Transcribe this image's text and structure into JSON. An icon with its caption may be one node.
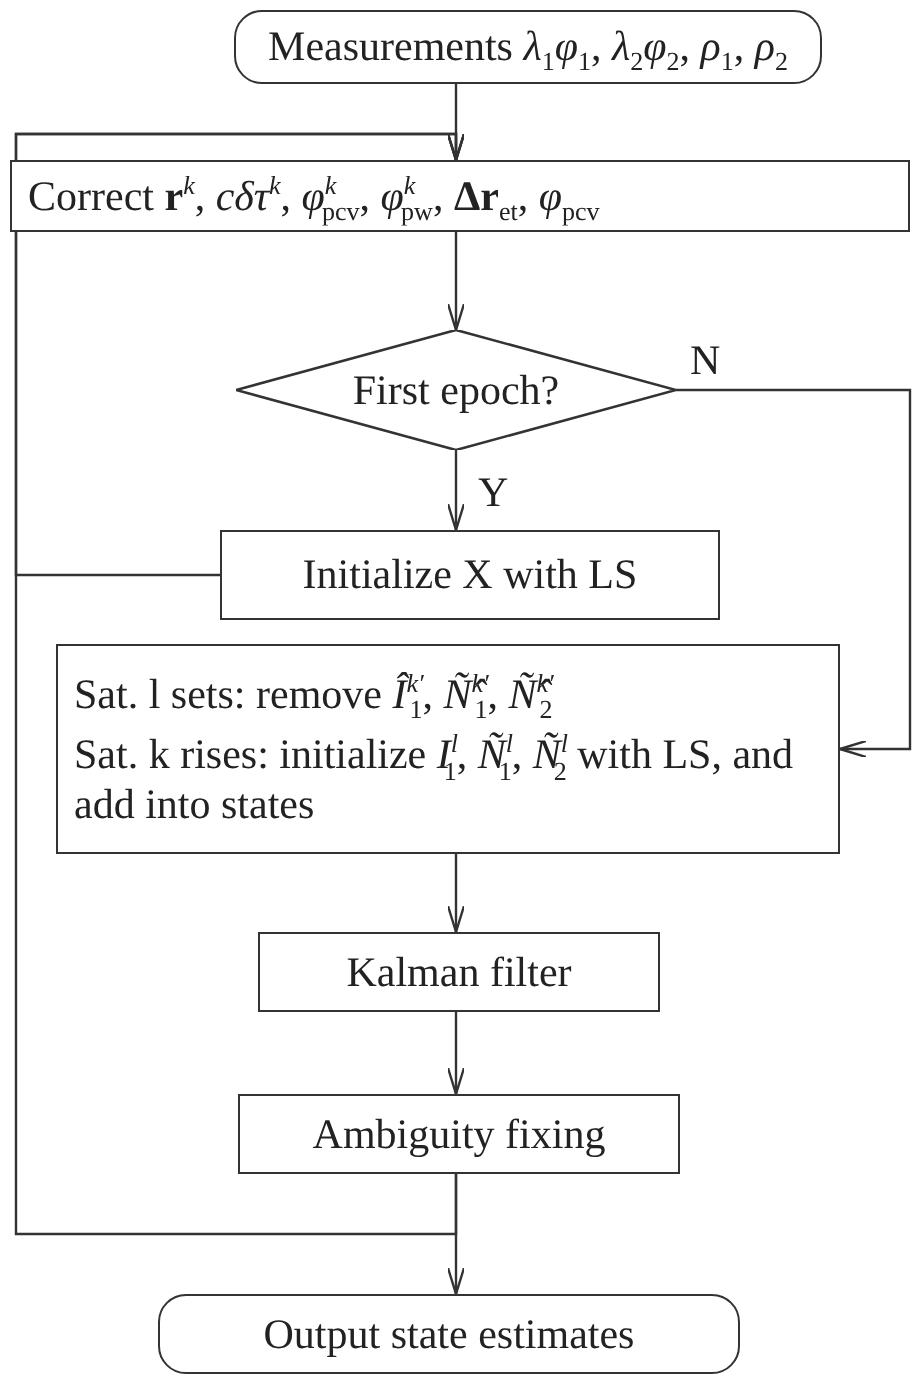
{
  "diagram": {
    "nodes": [
      {
        "text": [
          "Measurements  *λ*$_{1}$*φ*$_{1}$, *λ*$_{2}$*φ*$_{2}$, *ρ*$_{1}$, *ρ*$_{2}$"
        ]
      },
      {
        "text": [
          "Correct **r**$^{k}$, *cδτ*$^{k}$, *φ*$^{k}$$_{pcv}$, *φ*$^{k}$$_{pw}$, **Δr**$_{et}$, *φ*$_{pcv}$"
        ]
      },
      {
        "text": [
          "First epoch?"
        ]
      },
      {
        "text": [
          "Initialize X with LS"
        ]
      },
      {
        "text": [
          "Sat. l   sets: remove  *Î*$^{k′}$$_{1}$, *Ñ̂*$^{k′}$$_{1}$, *Ñ̂*$^{k′}$$_{2}$",
          "Sat. k rises: initialize *I*$^{l}$$_{1}$, *Ñ*$^{l}$$_{1}$, *Ñ*$^{l}$$_{2}$ with LS, and add into states"
        ]
      },
      {
        "text": [
          "Kalman filter"
        ]
      },
      {
        "text": [
          "Ambiguity fixing"
        ]
      },
      {
        "text": [
          "Output state estimates"
        ]
      }
    ],
    "edges": [
      {
        "from": 0,
        "to": 1,
        "arrow": "to"
      },
      {
        "from": 1,
        "to": 2,
        "arrow": "to"
      },
      {
        "from": 2,
        "to": 3,
        "arrow": "to",
        "label": "Y"
      },
      {
        "from": 2,
        "to": 4,
        "arrow": "to",
        "label": "N"
      },
      {
        "from": 3,
        "to": 1,
        "arrow": "to"
      },
      {
        "from": 4,
        "to": 5,
        "arrow": "to"
      },
      {
        "from": 5,
        "to": 6,
        "arrow": "to"
      },
      {
        "from": 6,
        "to": 7,
        "arrow": "to"
      },
      {
        "from": 6,
        "to": 1,
        "arrow": "to"
      }
    ]
  }
}
